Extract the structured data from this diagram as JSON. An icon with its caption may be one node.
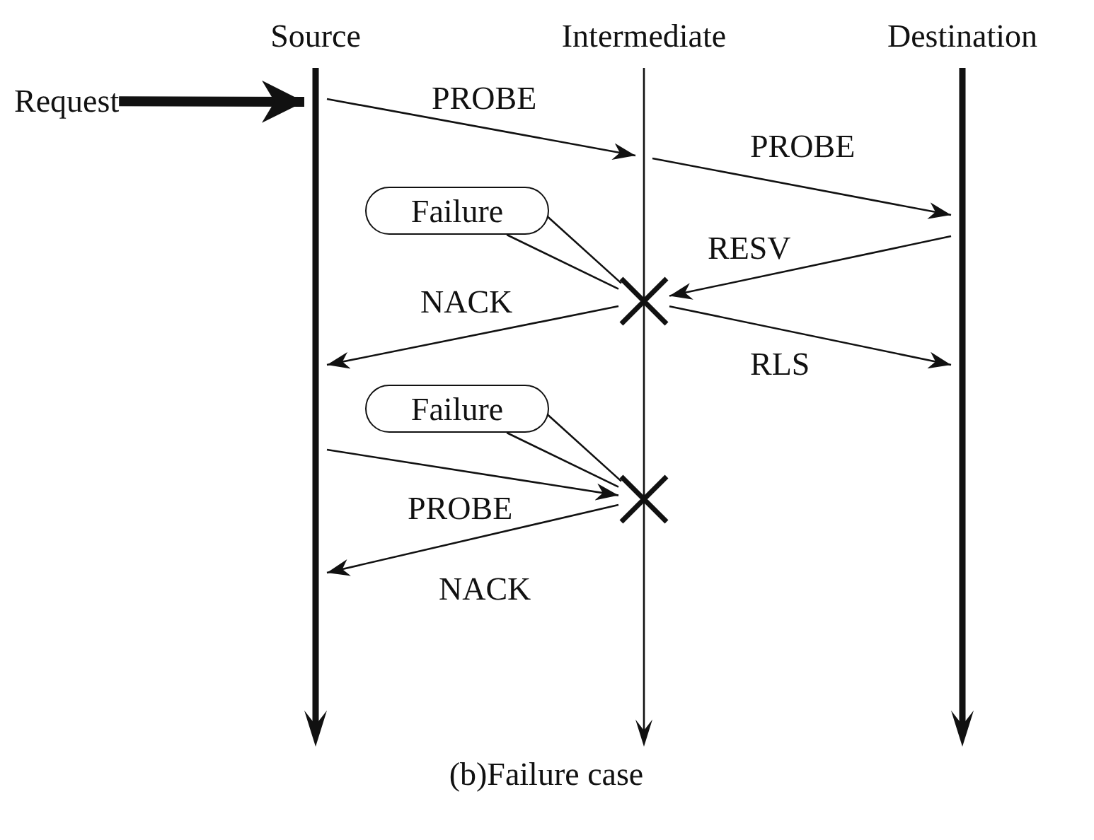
{
  "diagram": {
    "caption": "(b)Failure case",
    "nodes": [
      {
        "text": [
          "Source"
        ]
      },
      {
        "text": [
          "Intermediate"
        ]
      },
      {
        "text": [
          "Destination"
        ]
      },
      {
        "text": [
          "Request"
        ]
      },
      {
        "text": [
          "Failure"
        ]
      },
      {
        "text": [],
        "shape": "cross",
        "in": 1
      },
      {
        "text": [
          "Failure"
        ]
      },
      {
        "text": [],
        "shape": "cross",
        "in": 1
      }
    ],
    "edges": [
      {
        "from": 3,
        "to": 0,
        "arrow": "to",
        "style": "thick"
      },
      {
        "from": 0,
        "to": 1,
        "arrow": "to",
        "label": "PROBE"
      },
      {
        "from": 1,
        "to": 2,
        "arrow": "to",
        "label": "PROBE"
      },
      {
        "from": 4,
        "to": 5,
        "arrow": "none"
      },
      {
        "from": 2,
        "to": 5,
        "arrow": "to",
        "label": "RESV"
      },
      {
        "from": 5,
        "to": 0,
        "arrow": "to",
        "label": "NACK"
      },
      {
        "from": 5,
        "to": 2,
        "arrow": "to",
        "label": "RLS"
      },
      {
        "from": 6,
        "to": 7,
        "arrow": "none"
      },
      {
        "from": 0,
        "to": 7,
        "arrow": "to",
        "label": "PROBE"
      },
      {
        "from": 7,
        "to": 0,
        "arrow": "to",
        "label": "NACK"
      }
    ]
  }
}
